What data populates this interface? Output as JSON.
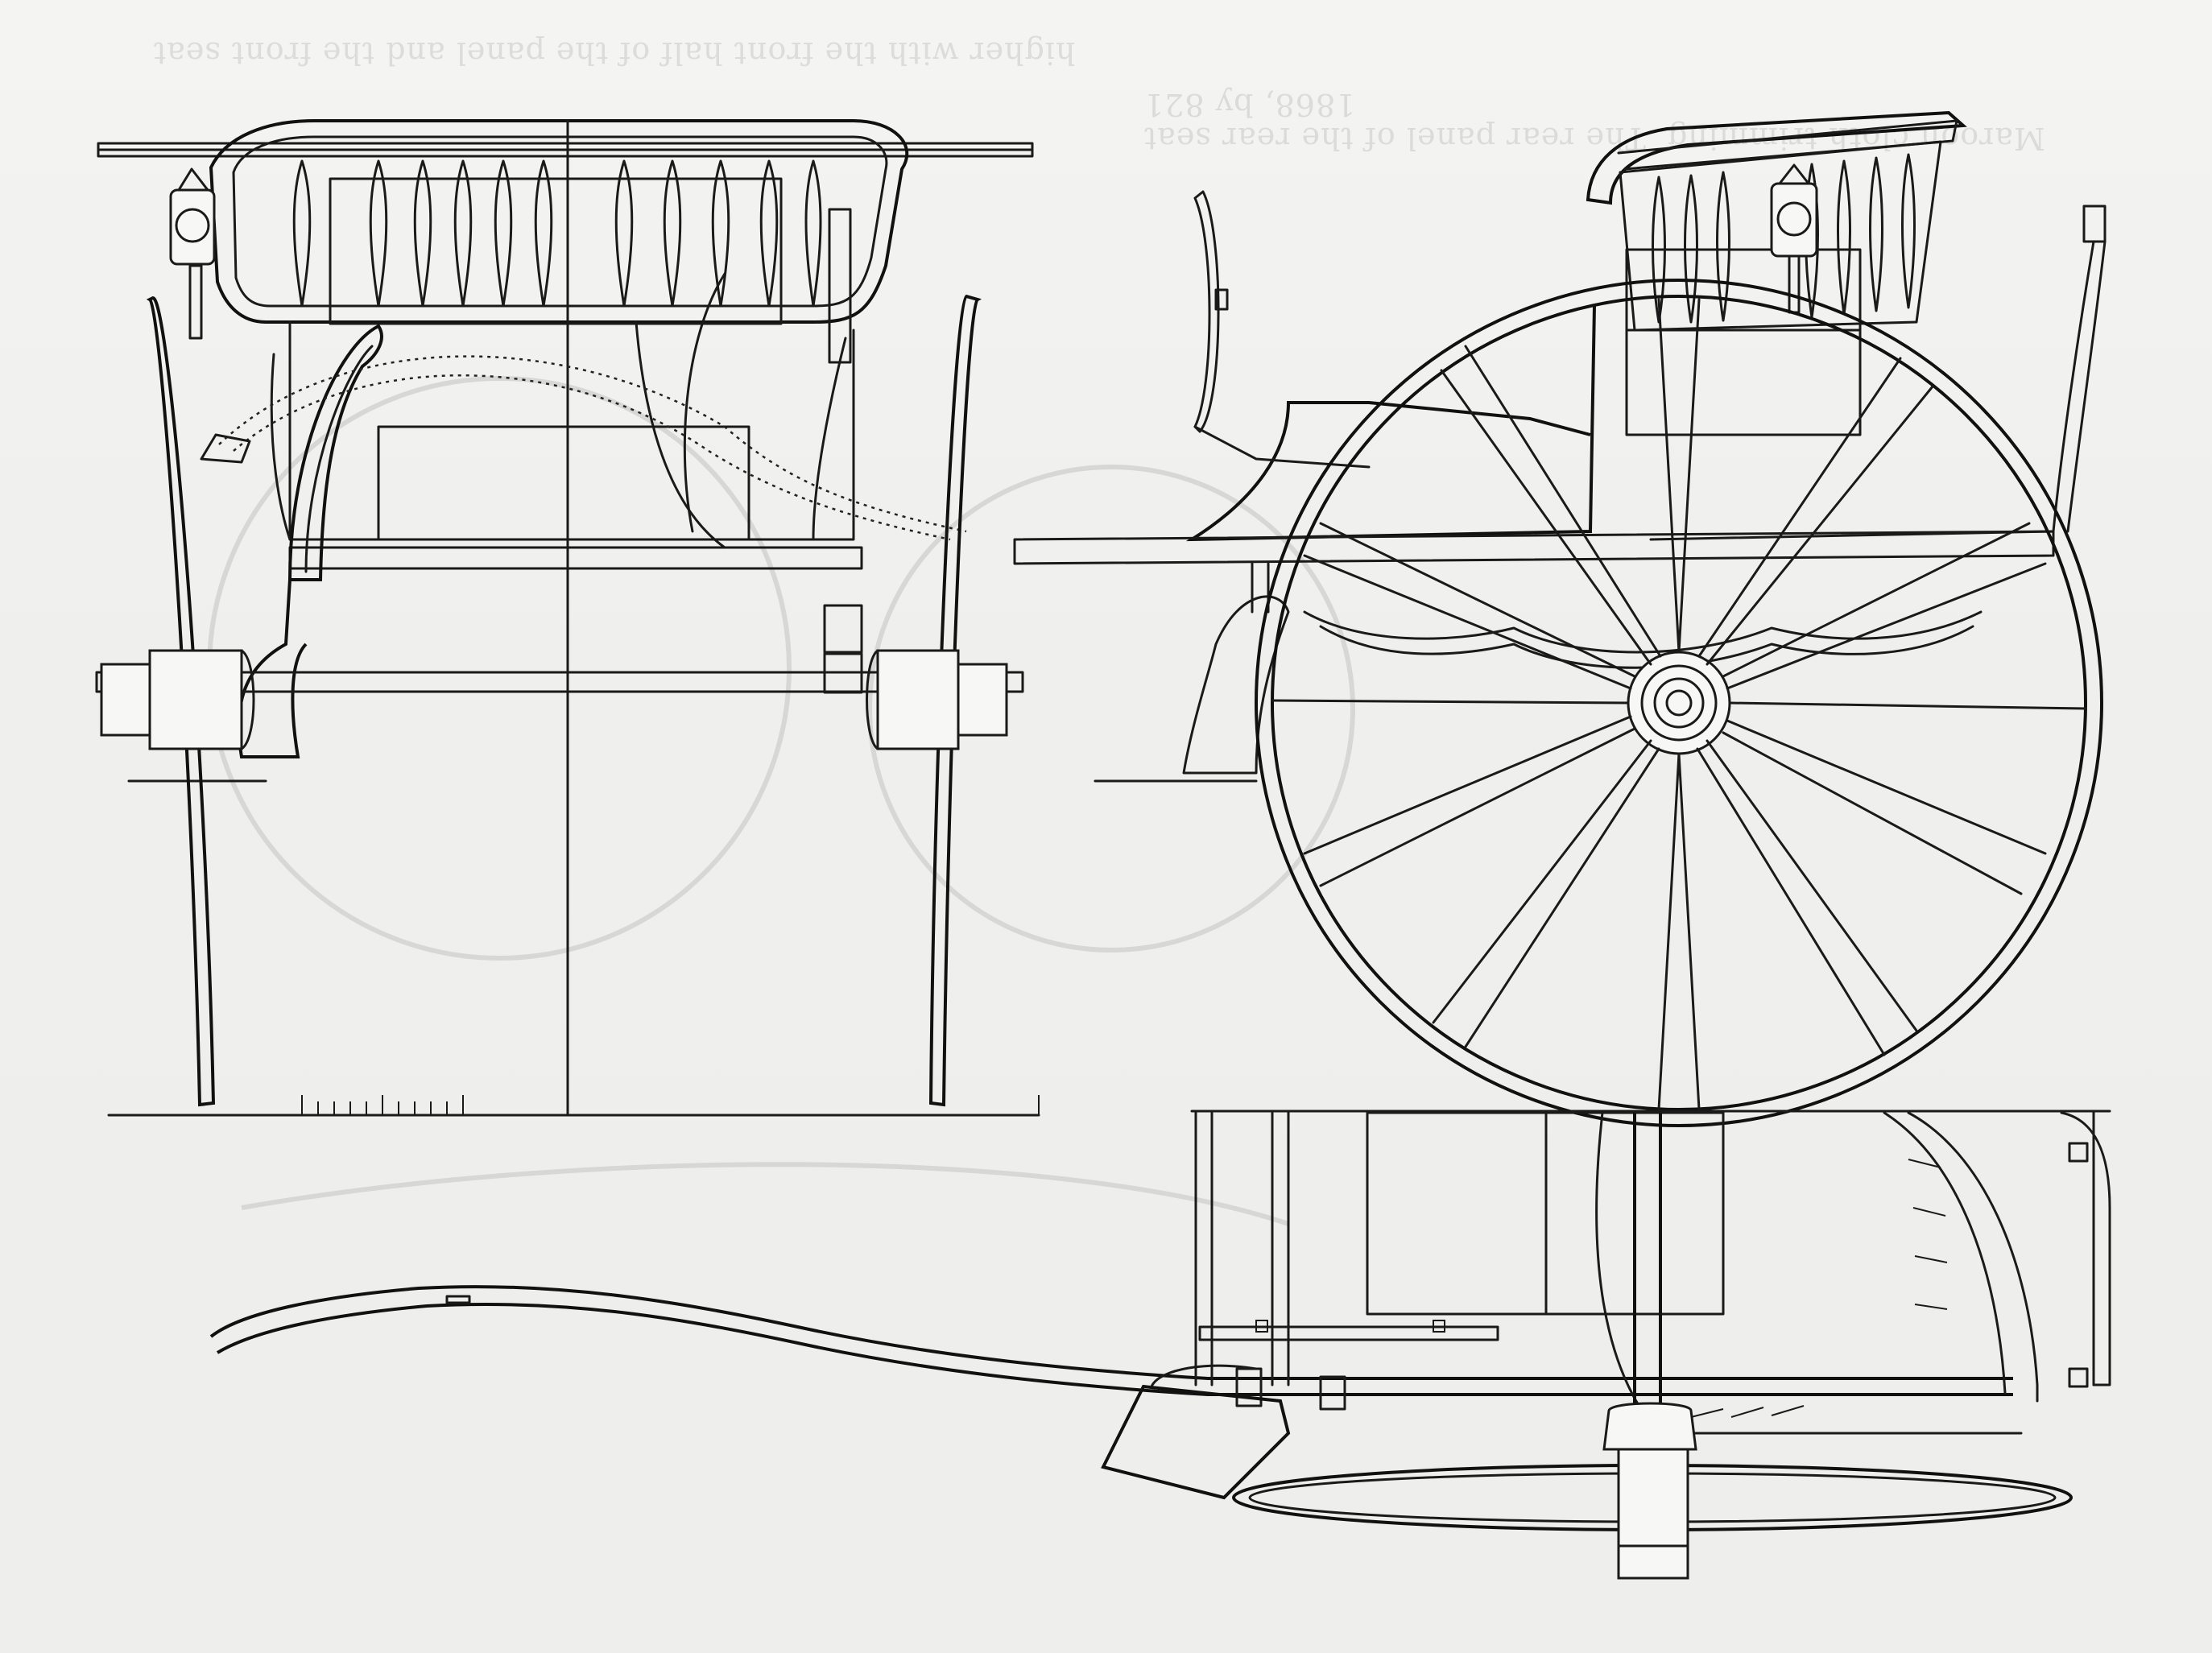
{
  "bleed_through_text": {
    "lines": [
      "higher with the front half of the panel and the front seat",
      "Maroon cloth trimming. The rear panel of the rear seat",
      "1868, by 821"
    ]
  },
  "drawing": {
    "colors": {
      "ink": "#1a1a1a",
      "paper": "#f3f3f1",
      "ghost": "#d7d7d5"
    }
  }
}
